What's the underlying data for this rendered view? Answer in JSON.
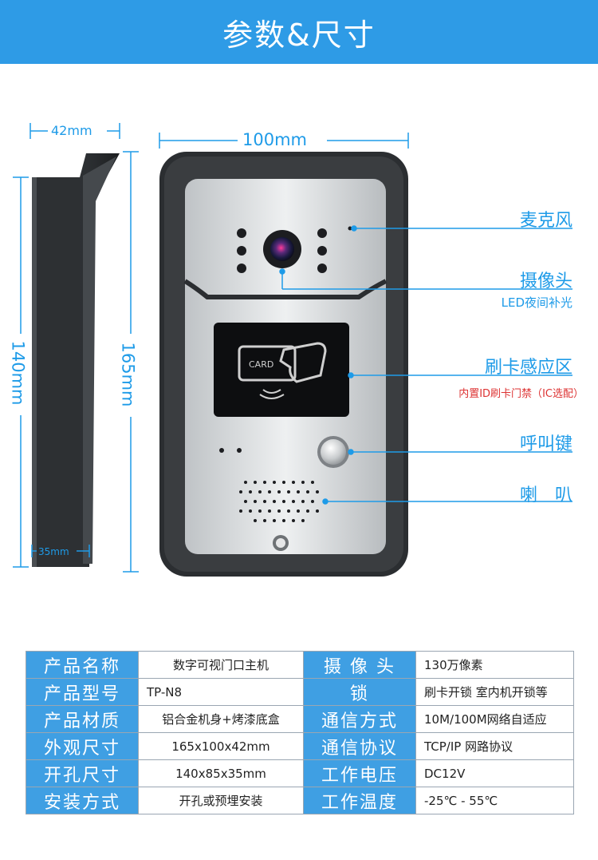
{
  "header": {
    "title": "参数&尺寸"
  },
  "dimensions": {
    "side_top": "42mm",
    "front_top": "100mm",
    "height_left": "140mm",
    "height_right": "165mm",
    "side_bottom": "35mm"
  },
  "device": {
    "card_label": "CARD"
  },
  "callouts": {
    "mic": "麦克风",
    "camera": "摄像头",
    "camera_sub": "LED夜间补光",
    "card": "刷卡感应区",
    "card_sub_a": "内置ID刷卡门禁（",
    "card_sub_b": "IC选配",
    "card_sub_c": "）",
    "call": "呼叫键",
    "speaker": "喇　叭"
  },
  "specs": [
    [
      "产品名称",
      "数字可视门口主机",
      "摄 像 头",
      "130万像素"
    ],
    [
      "产品型号",
      "TP-N8",
      "锁",
      "刷卡开锁 室内机开锁等"
    ],
    [
      "产品材质",
      "铝合金机身+烤漆底盒",
      "通信方式",
      "10M/100M网络自适应"
    ],
    [
      "外观尺寸",
      "165x100x42mm",
      "通信协议",
      "TCP/IP 网路协议"
    ],
    [
      "开孔尺寸",
      "140x85x35mm",
      "工作电压",
      "DC12V"
    ],
    [
      "安装方式",
      "开孔或预埋安装",
      "工作温度",
      "-25℃ - 55℃"
    ]
  ],
  "colors": {
    "accent": "#2e9be6",
    "dimension": "#1e9be8",
    "table_label_bg": "#3f9fe3"
  }
}
